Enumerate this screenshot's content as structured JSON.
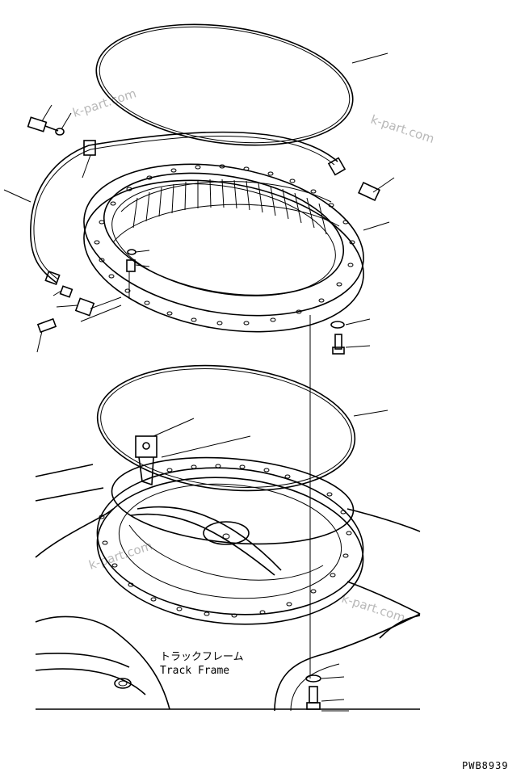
{
  "label_jp": "トラックフレーム",
  "label_en": "Track Frame",
  "drawing_code": "PWB8939",
  "watermark": "k-part.com"
}
